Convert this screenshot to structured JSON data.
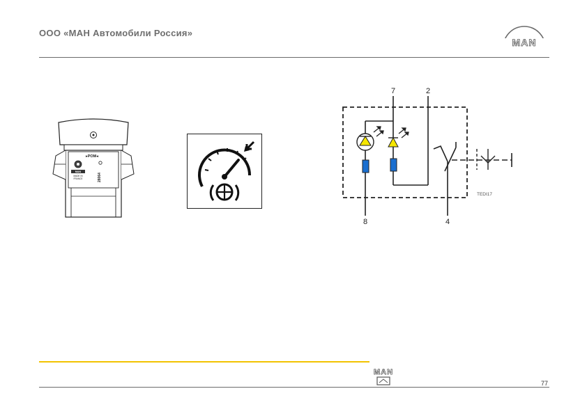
{
  "header": {
    "company_title": "ООО «МАН Автомобили Россия»",
    "logo_text": "MAN"
  },
  "figures": {
    "switch": {
      "front_label": "▸POM◂",
      "side_code": "28064",
      "badge_lines": [
        "MADE IN",
        "FRANCE"
      ]
    },
    "symbol": {
      "icon": "speedometer-brake-icon"
    },
    "circuit": {
      "terminals": [
        "7",
        "2",
        "8",
        "4"
      ],
      "code": "TEDI17"
    }
  },
  "footer": {
    "logo_text": "MAN",
    "page_number": "77"
  },
  "colors": {
    "header_text": "#6e6e6e",
    "accent_yellow": "#f2c200",
    "led_yellow": "#f5e600",
    "resistor_blue": "#1a6fd0"
  }
}
